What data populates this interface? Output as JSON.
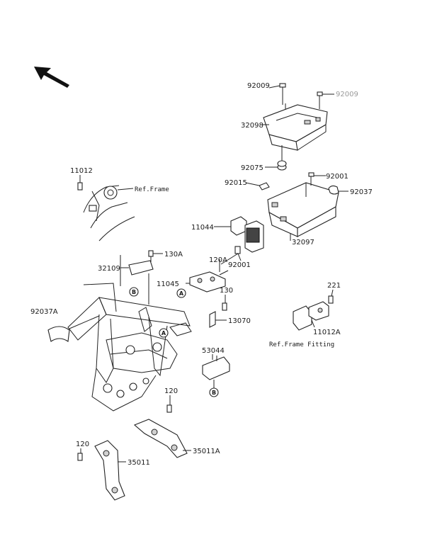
{
  "parts": {
    "p92009_a": "92009",
    "p92009_b": "92009",
    "p32098": "32098",
    "p92075": "92075",
    "p11012": "11012",
    "p92015": "92015",
    "p92001_a": "92001",
    "p92037": "92037",
    "p11044": "11044",
    "p32097": "32097",
    "p130A": "130A",
    "p120A": "120A",
    "p32109": "32109",
    "p92001_b": "92001",
    "p11045": "11045",
    "p130": "130",
    "p221": "221",
    "p92037A": "92037A",
    "p13070": "13070",
    "p11012A": "11012A",
    "p53044": "53044",
    "p120_a": "120",
    "p35011A": "35011A",
    "p120_b": "120",
    "p35011": "35011"
  },
  "notes": {
    "ref_frame": "Ref.Frame",
    "ref_frame_fitting": "Ref.Frame Fitting"
  },
  "markers": {
    "a": "A",
    "b": "B"
  }
}
